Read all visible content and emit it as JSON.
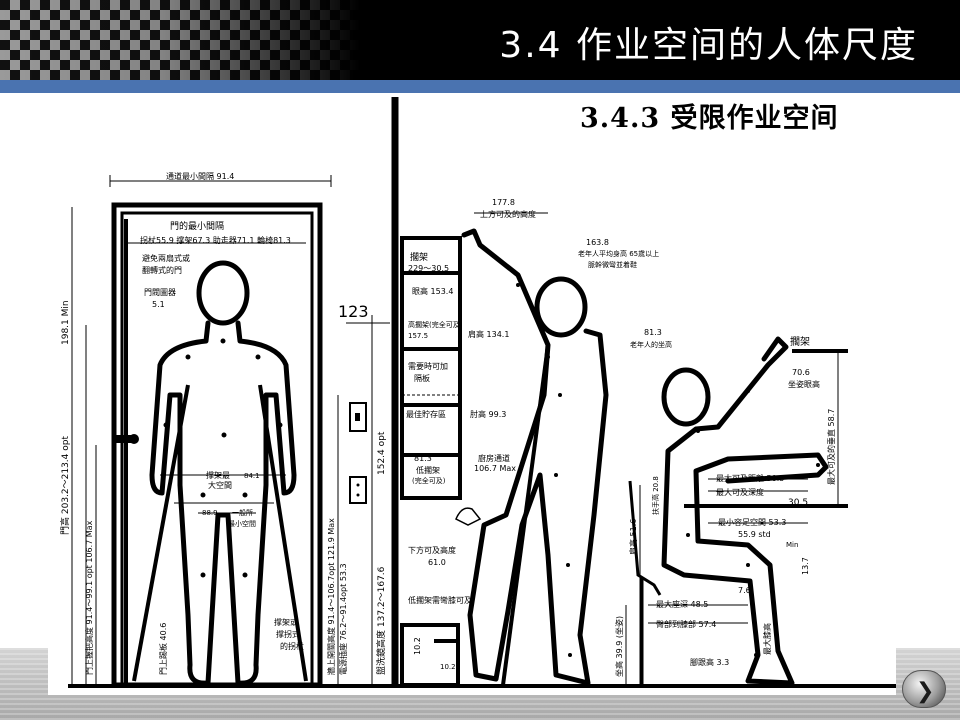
{
  "header": {
    "title": "3.4  作业空间的人体尺度"
  },
  "subtitle": "3.4.3 受限作业空间",
  "labels": {
    "corridor": "通道最小間隔 91.4",
    "door_min": "門的最小間隔",
    "door_items": "拐杖55.9 撑架67.3 助走器71.1 輪椅81.3",
    "door_avoid_1": "避免兩扇式或",
    "door_avoid_2": "翻轉式的門",
    "threshold_1": "門閥圖器",
    "threshold_2": "5.1",
    "v_min": "198.1 Min",
    "v_door_h": "門高 203.2～213.4 opt",
    "v_handle": "門上握把高度 91.4～99.1 opt 106.7 Max",
    "v_kick": "門上踢板 40.6",
    "crutch_space_1": "撑架最",
    "crutch_space_2": "大空間",
    "crutch_space_3": "84.1",
    "crutch_88": "88.9",
    "crutch_min_1": "一般所",
    "crutch_min_2": "最小空間",
    "crutch_note_1": "撑架或",
    "crutch_note_2": "撑拐式",
    "crutch_note_3": "的拐杖",
    "switch_label": "123",
    "v_switch": "牆上開關高度 91.4～106.7opt 121.9 Max",
    "v_outlet": "電源插座 76.2～91.4opt 53.3",
    "v_152": "152.4 opt",
    "v_mirror": "盥洗鏡高度 137.2～167.6",
    "reach_top_1": "177.8",
    "reach_top_2": "上方可及的高度",
    "elder_1": "163.8",
    "elder_2": "老年人平均身高 65歲以上",
    "elder_3": "脈幹微彎並着鞋",
    "shelf_1": "擱架",
    "shelf_2": "229～30.5",
    "eye_h": "眼高 153.4",
    "high_shelf": "高擱架(完全可及)",
    "high_shelf_v": "157.5",
    "shoulder": "肩高 134.1",
    "needs": "需要時可加",
    "needs_2": "隔板",
    "best_storage": "最佳貯存區",
    "elbow": "肘高 99.3",
    "low_shelf_1": "81.3",
    "low_shelf_2": "低擱架",
    "low_shelf_3": "(完全可及)",
    "kitchen_1": "廚房通道",
    "kitchen_2": "106.7 Max",
    "reach_low_1": "下方可及高度",
    "reach_low_2": "61.0",
    "v_516": "肩高 51.6",
    "toe_note": "低擱架需彎膝可及",
    "v_102": "10.2",
    "h_102": "10.2",
    "seated_1": "81.3",
    "seated_2": "老年人的坐高",
    "shelf_r": "擱架",
    "eye_seated_1": "70.6",
    "eye_seated_2": "坐姿眼高",
    "v_587": "最大可及的垂直 58.7",
    "reach_max": "最大可及距離 50.5",
    "reach_deep": "最大可及深度",
    "v_305": "30.5",
    "knee_min": "最小容足空間 53.3",
    "v_559": "55.9 std",
    "v_min2": "Min",
    "v_137": "13.7",
    "v_208": "扶手高 20.8",
    "v_76": "7.6",
    "seat_depth": "最大座深 48.5",
    "buttock_knee": "臀部到膝部 57.4",
    "v_399": "坐高 39.9 (坐姿)",
    "foot_h": "腳跟高 3.3",
    "knee_h": "最大膝高"
  }
}
